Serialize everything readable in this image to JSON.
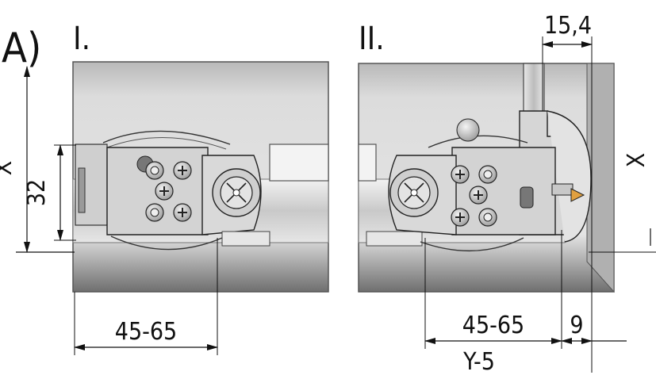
{
  "figure": {
    "label": "A)",
    "views": [
      {
        "numeral": "I.",
        "dims": {
          "height": "X",
          "offset": "32",
          "width": "45-65"
        }
      },
      {
        "numeral": "II.",
        "dims": {
          "top": "15,4",
          "height": "X",
          "width": "45-65",
          "gap": "9",
          "total": "Y-5"
        }
      }
    ]
  },
  "colors": {
    "panel_light": "#e9e9e9",
    "panel_dark": "#8a8a8a",
    "part": "#d6d6d6",
    "line": "#111111",
    "screw": "#bdbdbd"
  }
}
